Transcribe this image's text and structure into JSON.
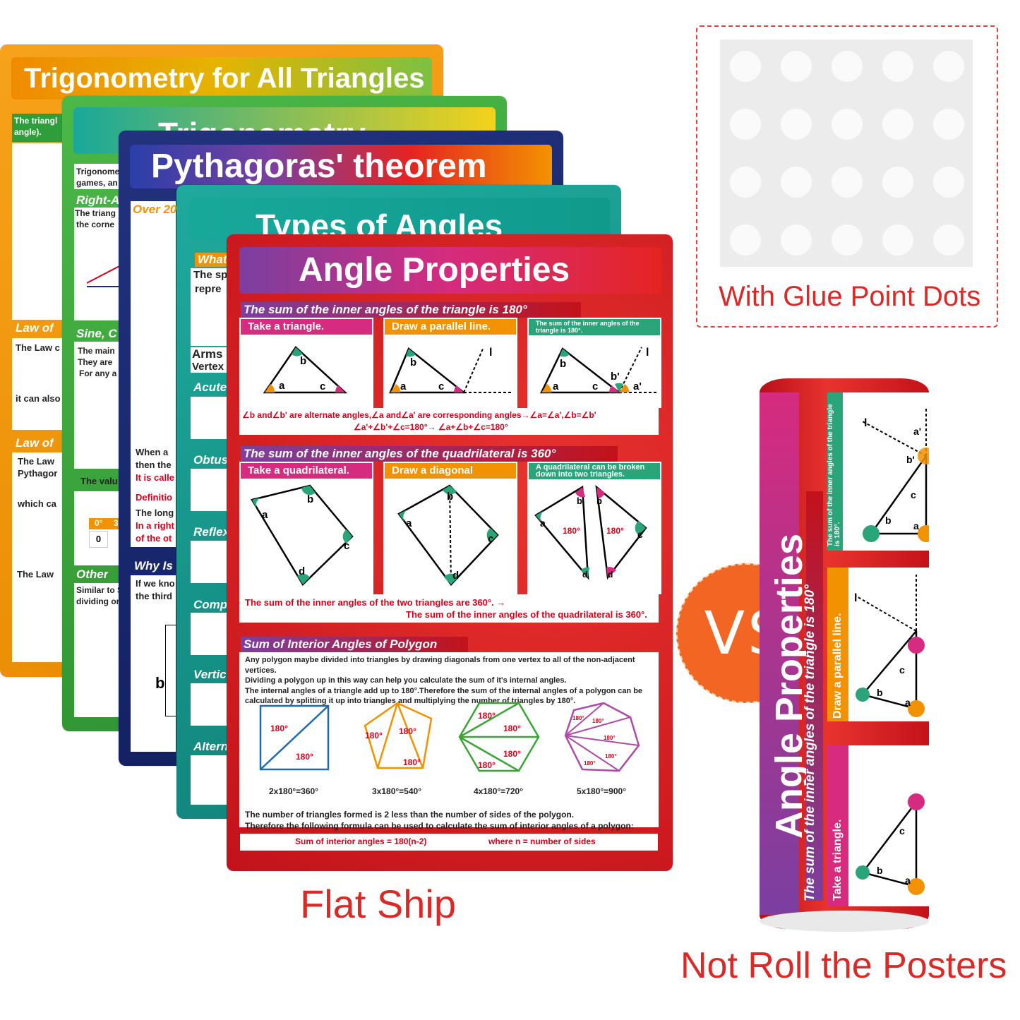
{
  "posters": {
    "trig_all": {
      "title": "Trigonometry for All Triangles",
      "frag1": "The triangl",
      "frag1b": "angle).",
      "law1": "Law of",
      "law1_text": "The Law c",
      "law1_text2": "it can also",
      "law2": "Law of",
      "law2_text": "The Law",
      "law2_text2": "Pythagor",
      "law2_text3": "which ca",
      "law3": "Law of",
      "law3_text": "The Law"
    },
    "trig": {
      "title": "Trigonometry",
      "frag1": "Trigonome",
      "frag1b": "games, an",
      "right": "Right-A",
      "right_text": "The triang",
      "right_text2": "the corne",
      "sine": "Sine, C",
      "sine_text": "The main",
      "sine_text2": "They are",
      "sine_text3": "For any a",
      "value": "The valu",
      "other": "Other",
      "other_text": "Similar to S",
      "other_text2": "dividing or",
      "table_h": [
        "0°",
        "3"
      ],
      "table_v": "0"
    },
    "pyth": {
      "title": "Pythagoras' theorem",
      "over": "Over 20",
      "when": "When a",
      "then": "then the",
      "called": "It is calle",
      "def": "Definitio",
      "longest": "The long",
      "right": "In a right",
      "other": "of the ot",
      "why": "Why Is",
      "ifwe": "If we kno",
      "third": "the third",
      "b": "b"
    },
    "types": {
      "title": "Types of Angles",
      "what": "What",
      "the_sp": "The sp",
      "repre": "repre",
      "arms": "Arms",
      "vertex": "Vertex",
      "acute": "Acute",
      "obtuse": "Obtus",
      "reflex": "Reflex",
      "comp": "Comp",
      "vert": "Vertic",
      "alt": "Altern"
    }
  },
  "main": {
    "title": "Angle Properties",
    "tri_section": "The sum of the inner angles of the triangle is 180°",
    "tri_steps": [
      "Take a triangle.",
      "Draw a parallel line.",
      "The sum of the inner angles of the triangle is 180°."
    ],
    "tri_note1": "∠b and∠b' are alternate angles,∠a and∠a' are corresponding angles→∠a=∠a',∠b=∠b'",
    "tri_note2": "∠a'+∠b'+∠c=180°→ ∠a+∠b+∠c=180°",
    "quad_section": "The sum of the inner angles of the quadrilateral is 360°",
    "quad_steps": [
      "Take a quadrilateral.",
      "Draw a diagonal",
      "A quadrilateral can be broken down into two triangles."
    ],
    "quad_note1": "The sum of the inner angles of the two triangles are 360°. →",
    "quad_note2": "The sum of the inner angles of the quadrilateral is 360°.",
    "poly_section": "Sum of Interior Angles of Polygon",
    "poly_text1": "Any polygon maybe divided into triangles by drawing diagonals from one vertex to all of the non-adjacent vertices.",
    "poly_text2": "Dividing a polygon up in this way can help you calculate the sum of it's internal angles.",
    "poly_text3": "The internal angles of a triangle add up to 180°.Therefore the sum of the internal angles of a polygon can be",
    "poly_text4": "calculated by splitting it up into triangles and multiplying the number of triangles by 180°.",
    "poly_captions": [
      "2x180°=360°",
      "3x180°=540°",
      "4x180°=720°",
      "5x180°=900°"
    ],
    "deg": "180°",
    "poly_text5": "The number of triangles formed is 2 less than the number of sides of the polygon.",
    "poly_text6": "Therefore the following formula can be used to calculate the sum of interior angles of a polygon:",
    "formula": "Sum of interior angles = 180(n-2)",
    "formula_where": "where n = number of sides",
    "letters": {
      "a": "a",
      "b": "b",
      "c": "c",
      "d": "d",
      "l": "l",
      "ap": "a'",
      "bp": "b'"
    }
  },
  "labels": {
    "glue": "With Glue Point Dots",
    "flat": "Flat Ship",
    "vs": "VS",
    "roll": "Not Roll the Posters"
  },
  "roll": {
    "title": "Angle Properties",
    "section": "The sum of the inner angles of the triangle is 180°",
    "steps": [
      "Take a triangle.",
      "Draw a parallel line.",
      "The sum of the inner angles of the triangle is 180°."
    ]
  },
  "colors": {
    "orange": "#f39200",
    "green": "#3aa535",
    "navy": "#1b2a7a",
    "teal": "#1a9a8e",
    "red": "#e52421",
    "purple": "#7b3fa0",
    "vs_orange": "#f26522"
  }
}
